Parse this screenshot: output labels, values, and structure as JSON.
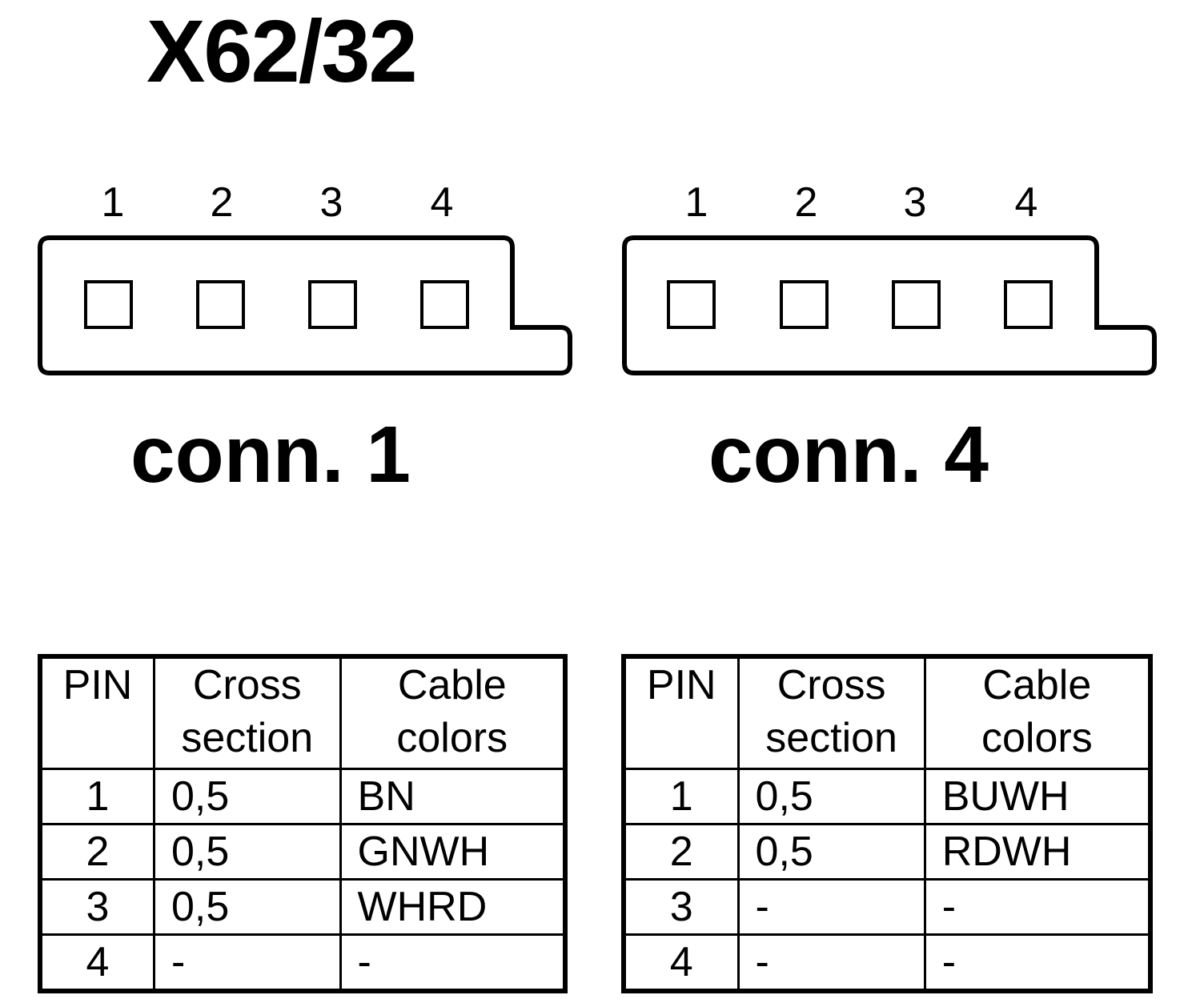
{
  "title": "X62/32",
  "connectors": [
    {
      "label": "conn. 1",
      "pin_numbers": [
        "1",
        "2",
        "3",
        "4"
      ]
    },
    {
      "label": "conn. 4",
      "pin_numbers": [
        "1",
        "2",
        "3",
        "4"
      ]
    }
  ],
  "tables": [
    {
      "headers": {
        "pin": "PIN",
        "cross_1": "Cross",
        "cross_2": "section",
        "cable_1": "Cable",
        "cable_2": "colors"
      },
      "rows": [
        {
          "pin": "1",
          "cross": "0,5",
          "color": "BN"
        },
        {
          "pin": "2",
          "cross": "0,5",
          "color": "GNWH"
        },
        {
          "pin": "3",
          "cross": "0,5",
          "color": "WHRD"
        },
        {
          "pin": "4",
          "cross": "-",
          "color": "-"
        }
      ]
    },
    {
      "headers": {
        "pin": "PIN",
        "cross_1": "Cross",
        "cross_2": "section",
        "cable_1": "Cable",
        "cable_2": "colors"
      },
      "rows": [
        {
          "pin": "1",
          "cross": "0,5",
          "color": "BUWH"
        },
        {
          "pin": "2",
          "cross": "0,5",
          "color": "RDWH"
        },
        {
          "pin": "3",
          "cross": "-",
          "color": "-"
        },
        {
          "pin": "4",
          "cross": "-",
          "color": "-"
        }
      ]
    }
  ]
}
